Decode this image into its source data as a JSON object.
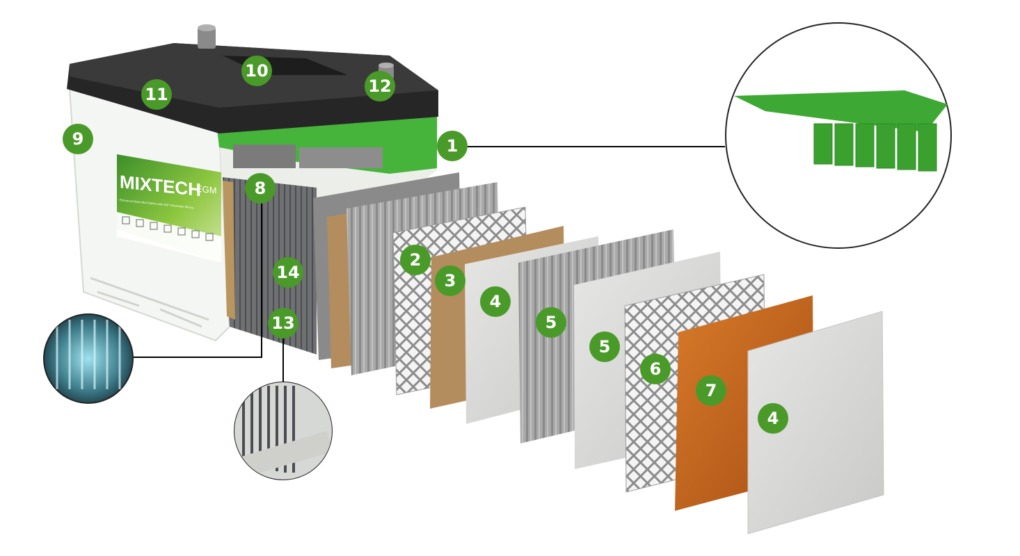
{
  "diagram": {
    "brand": {
      "name": "MIXTECH",
      "suffix": "EGM",
      "tagline": "Enhanced Glass Mat Battery with 360° Electrolyte Mixing"
    },
    "badges": [
      {
        "id": "1",
        "label": "1"
      },
      {
        "id": "2",
        "label": "2"
      },
      {
        "id": "3",
        "label": "3"
      },
      {
        "id": "4a",
        "label": "4"
      },
      {
        "id": "4b",
        "label": "4"
      },
      {
        "id": "5a",
        "label": "5"
      },
      {
        "id": "5b",
        "label": "5"
      },
      {
        "id": "6",
        "label": "6"
      },
      {
        "id": "7",
        "label": "7"
      },
      {
        "id": "8",
        "label": "8"
      },
      {
        "id": "9",
        "label": "9"
      },
      {
        "id": "10",
        "label": "10"
      },
      {
        "id": "11",
        "label": "11"
      },
      {
        "id": "12",
        "label": "12"
      },
      {
        "id": "13",
        "label": "13"
      },
      {
        "id": "14",
        "label": "14"
      }
    ],
    "colors": {
      "badge": "#4a9a2a",
      "badge_text": "#ffffff",
      "lid": "#2b2b2b",
      "case": "#f2f4f1",
      "green_part": "#46b33b",
      "label_green": "#7fc241",
      "grid": "#9a9a9a",
      "copper_plate": "#c5641f",
      "separator": "#d9d9d7",
      "brown_plate": "#b48d5e",
      "callout_line": "#000000"
    }
  }
}
